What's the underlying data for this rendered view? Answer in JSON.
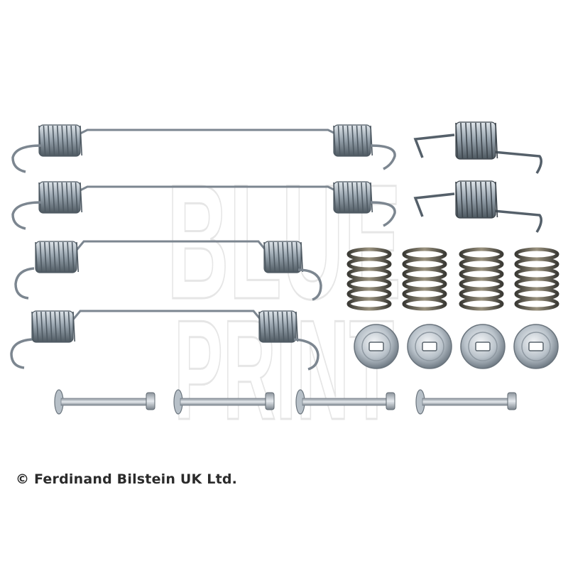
{
  "watermark": {
    "line1": "BLUE",
    "line2": "PRINT"
  },
  "copyright": {
    "text": "© Ferdinand Bilstein UK Ltd."
  },
  "colors": {
    "spring_light": "#a9b3bd",
    "spring_dark": "#4f5a63",
    "spring_bronze": "#6b6252",
    "wire": "#7c8690",
    "watermark": "#ececec"
  }
}
